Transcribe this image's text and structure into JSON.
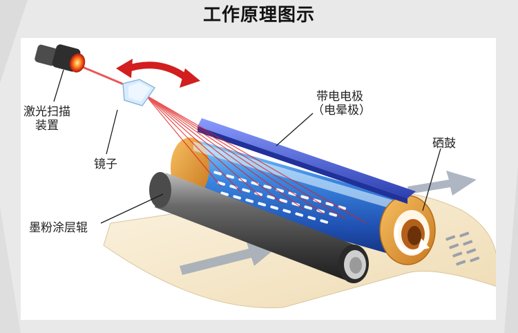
{
  "title": "工作原理图示",
  "labels": {
    "laser": [
      "激光扫描",
      "装置"
    ],
    "mirror": "镜子",
    "charger": [
      "带电电极",
      "（电晕极）"
    ],
    "drum": "硒鼓",
    "toner_roller": "墨粉涂层辊"
  },
  "colors": {
    "background": "#e9e9e9",
    "panel": "#ffffff",
    "drum_blue": "#2f6fd0",
    "drum_orange": "#e8a13a",
    "laser_red": "#e02020",
    "charger_blue": "#4a5fd0",
    "roller_gray": "#5a5a5a",
    "paper": "#f5e8cc"
  },
  "icons": [
    "laser-unit-icon",
    "mirror-icon",
    "rotation-arrow-icon",
    "paper-feed-arrow-icon"
  ]
}
